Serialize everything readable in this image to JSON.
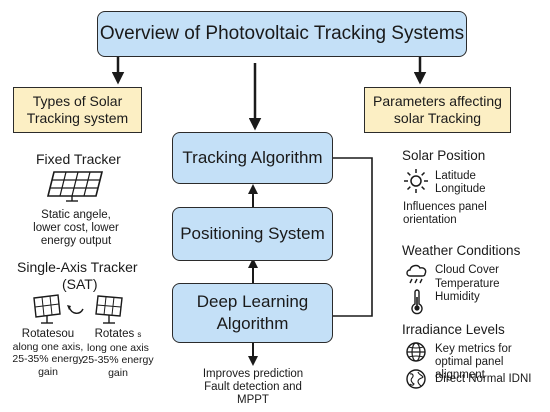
{
  "title": "Overview of Photovoltaic Tracking Systems",
  "left_header": {
    "line1": "Types of Solar",
    "line2": "Tracking system"
  },
  "right_header": {
    "line1": "Parameters affecting",
    "line2": "solar Tracking"
  },
  "center": {
    "tracking": "Tracking Algorithm",
    "positioning": "Positioning System",
    "deep_line1": "Deep Learning",
    "deep_line2": "Algorithm",
    "out_line1": "Improves prediction",
    "out_line2": "Fault detection and",
    "out_line3": "MPPT"
  },
  "fixed": {
    "title": "Fixed Tracker",
    "desc1": "Static angele,",
    "desc2": "lower cost, lower",
    "desc3": "energy output"
  },
  "sat": {
    "title1": "Single-Axis Tracker",
    "title2": "(SAT)",
    "left": {
      "l1": "Rotatesou",
      "l2": "along one axis,",
      "l3": "25-35% energy",
      "l4": "gain"
    },
    "right": {
      "l1": "Rotates",
      "sub": "s",
      "l2": "long one axis",
      "l3": "25-35% energy",
      "l4": "gain"
    }
  },
  "solar_position": {
    "title": "Solar Position",
    "items": [
      "Latitude",
      "Longitude"
    ],
    "note1": "Influences panel",
    "note2": "orientation"
  },
  "weather": {
    "title": "Weather Conditions",
    "items": [
      "Cloud Cover",
      "Temperature",
      "Humidity"
    ]
  },
  "irradiance": {
    "title": "Irradiance Levels",
    "item1_a": "Key metrics for",
    "item1_b": "optimal panel alignment",
    "item2": "Direct Normal IDNI"
  },
  "colors": {
    "box_blue": "#c4e0f7",
    "box_cream": "#fcefc4",
    "line": "#1a1a1a"
  }
}
